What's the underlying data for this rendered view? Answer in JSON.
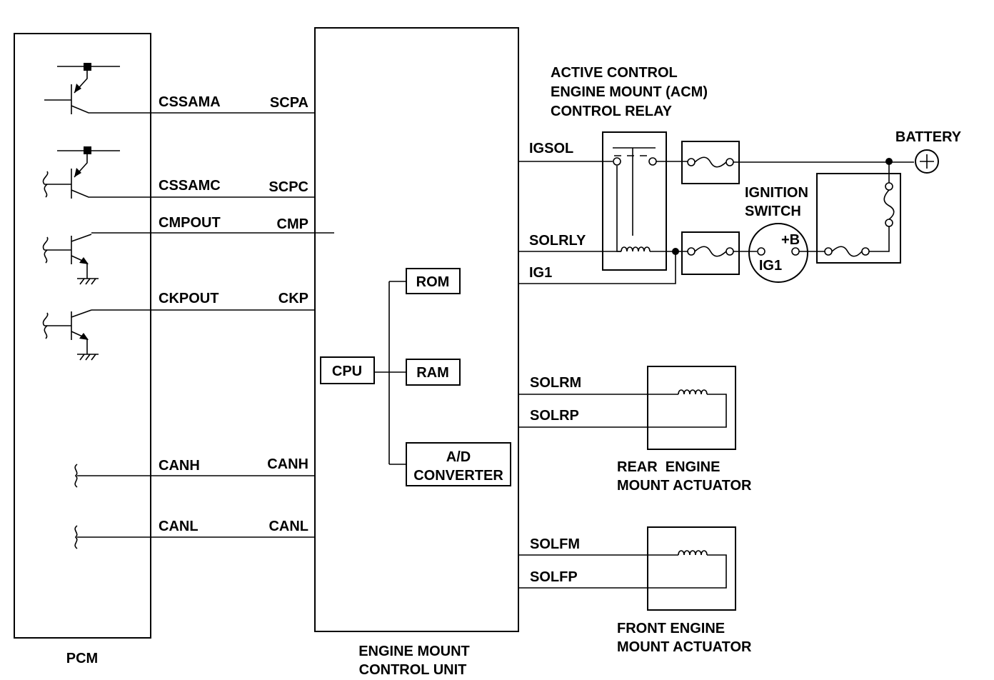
{
  "pcm": {
    "label": "PCM"
  },
  "ecu": {
    "label_line1": "ENGINE MOUNT",
    "label_line2": "CONTROL UNIT"
  },
  "internal": {
    "cpu": "CPU",
    "rom": "ROM",
    "ram": "RAM",
    "ad_line1": "A/D",
    "ad_line2": "CONVERTER"
  },
  "signals": {
    "cssama": "CSSAMA",
    "scpa": "SCPA",
    "cssamc": "CSSAMC",
    "scpc": "SCPC",
    "cmpout": "CMPOUT",
    "cmp": "CMP",
    "ckpout": "CKPOUT",
    "ckp": "CKP",
    "canh_pcm": "CANH",
    "canh_ecu": "CANH",
    "canl_pcm": "CANL",
    "canl_ecu": "CANL",
    "igsol": "IGSOL",
    "solrly": "SOLRLY",
    "ig1": "IG1",
    "solrm": "SOLRM",
    "solrp": "SOLRP",
    "solfm": "SOLFM",
    "solfp": "SOLFP"
  },
  "relay": {
    "line1": "ACTIVE CONTROL",
    "line2": "ENGINE MOUNT (ACM)",
    "line3": "CONTROL RELAY"
  },
  "battery": {
    "label": "BATTERY"
  },
  "ignition_switch": {
    "line1": "IGNITION",
    "line2": "SWITCH",
    "b_terminal": "+B",
    "ig1_terminal": "IG1"
  },
  "rear_actuator": {
    "line1": "REAR  ENGINE",
    "line2": "MOUNT ACTUATOR"
  },
  "front_actuator": {
    "line1": "FRONT ENGINE",
    "line2": "MOUNT ACTUATOR"
  }
}
